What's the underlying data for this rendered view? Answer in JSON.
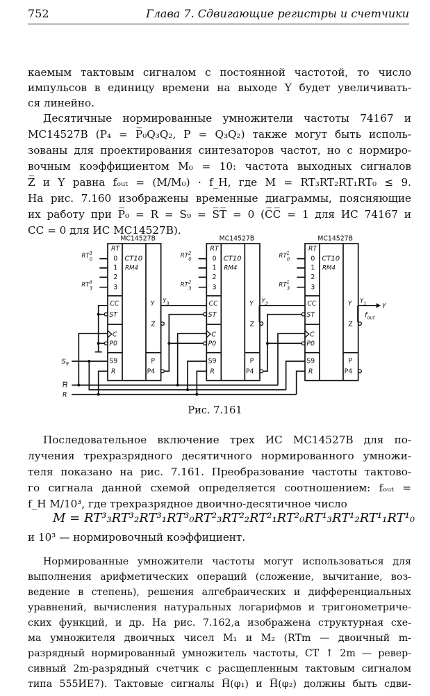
{
  "header": {
    "page_number": "752",
    "chapter": "Глава 7.  Сдвигающие регистры и счетчики"
  },
  "paragraph1": [
    "каемым тактовым сигналом с постоянной частотой, то число",
    "импульсов в единицу времени на выходе Y будет увеличивать-",
    "ся линейно."
  ],
  "paragraph2": [
    "Десятичные нормированные умножители частоты 74167 и",
    "MC14527B (P₄ = P̅₀Q₃Q₂, P = Q₃Q₂) также могут быть исполь-",
    "зованы для проектирования синтезаторов частот, но с нормиро-",
    "вочным коэффициентом M₀ = 10:  частота выходных сигналов",
    "Z̅ и Y равна fₒᵤₜ = (M/M₀) · f_H, где M = RT₃RT₂RT₁RT₀ ≤ 9.",
    "На рис. 7.160 изображены временные диаграммы, поясняющие",
    "их работу при P̅₀ = R = S₉ = S̅T̅ = 0 (C̅C̅ = 1 для ИС 74167 и",
    "CC = 0 для ИС MC14527B)."
  ],
  "figure": {
    "chips": [
      {
        "title": "MC14527B",
        "in0": "RT",
        "in0_sup": "3",
        "in0_sub": "0",
        "in3": "RT",
        "in3_sup": "3",
        "in3_sub": "3",
        "out": "Y",
        "out_sub": "3"
      },
      {
        "title": "MC14527B",
        "in0": "RT",
        "in0_sup": "2",
        "in0_sub": "0",
        "in3": "RT",
        "in3_sup": "2",
        "in3_sub": "3",
        "out": "Y",
        "out_sub": "2"
      },
      {
        "title": "MC14527B",
        "in0": "RT",
        "in0_sup": "1",
        "in0_sub": "0",
        "in3": "RT",
        "in3_sup": "1",
        "in3_sub": "3",
        "out": "Y",
        "out_sub": "1"
      }
    ],
    "pins": {
      "rt": "RT",
      "p0": "0",
      "p1": "1",
      "p2": "2",
      "p3": "3",
      "ct": "CT10",
      "rm": "RM4",
      "cc": "CC",
      "st": "ST",
      "c": "C",
      "po": "P0",
      "s9": "S9",
      "r": "R",
      "y": "Y",
      "z": "Z",
      "p": "P",
      "p4": "P4"
    },
    "signals": {
      "s9": "S",
      "s9_sub": "9",
      "h": "H",
      "r": "R",
      "y_out": "Y",
      "fout": "f",
      "fout_sub": "out"
    },
    "caption": "Рис. 7.161"
  },
  "paragraph3": [
    "Последовательное включение трех ИС MC14527B для по-",
    "лучения трехразрядного десятичного нормированного умножи-",
    "теля показано на рис. 7.161. Преобразование частоты тактово-",
    "го сигнала данной схемой определяется соотношением: fₒᵤₜ =",
    "f_H M/10³, где трехразрядное двоично-десятичное число"
  ],
  "formula": "M = RT³₃RT³₂RT³₁RT³₀RT²₃RT²₂RT²₁RT²₀RT¹₃RT¹₂RT¹₁RT¹₀",
  "formula_tail": "и 10³ — нормировочный коэффициент.",
  "paragraph4": [
    "Нормированные умножители частоты могут использоваться для",
    "выполнения арифметических операций (сложение, вычитание, воз-",
    "ведение в степень), решения алгебраических и дифференциальных",
    "уравнений, вычисления натуральных логарифмов и тригонометриче-",
    "ских функций, и др. На рис. 7.162,a изображена структурная схе-",
    "ма умножителя двоичных чисел M₁ и M₂ (RTm — двоичный m-",
    "разрядный нормированный умножитель частоты, CT ↑ 2m — ревер-",
    "сивный 2m-разрядный счетчик с расщепленным тактовым сигналом",
    "типа 555ИЕ7). Тактовые сигналы H̅(φ₁) и H̅(φ₂) должны быть сдви-"
  ]
}
